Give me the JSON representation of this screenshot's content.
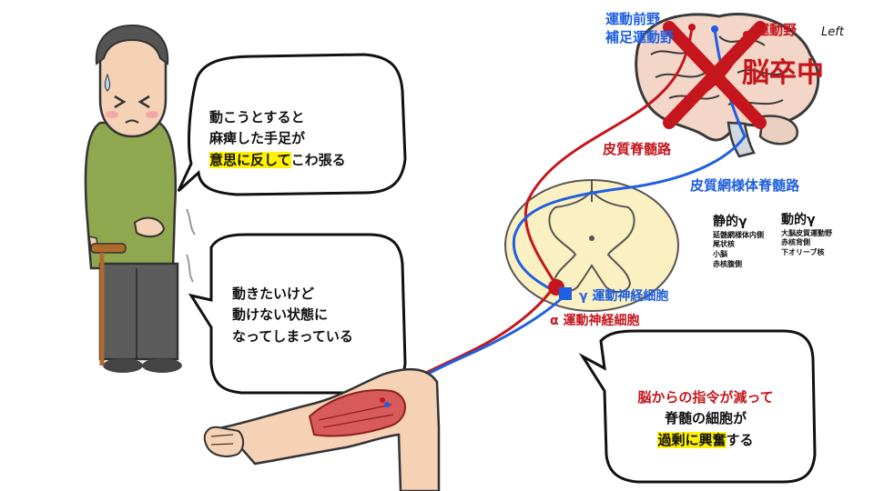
{
  "colors": {
    "motor_blue": "#1f5fe0",
    "motor_red": "#c4161c",
    "highlight": "#fff200",
    "brain_fill": "#f4d6c8",
    "cord_fill": "#fbf0c2"
  },
  "brain": {
    "label_premotor": "運動前野",
    "label_supplementary": "補足運動野",
    "label_motor": "運動野",
    "label_side": "Left",
    "stroke_label": "脳卒中",
    "cross_icon": "x-cross-icon"
  },
  "tracts": {
    "corticospinal": "皮質脊髄路",
    "corticoreticulospinal": "皮質網様体脊髄路"
  },
  "neurons": {
    "gamma": "γ 運動神経細胞",
    "alpha": "α 運動神経細胞"
  },
  "static_gamma": {
    "title": "静的γ",
    "items": [
      "延髄網様体内側",
      "尾状核",
      "小脳",
      "赤核腹側"
    ]
  },
  "dynamic_gamma": {
    "title": "動的γ",
    "items": [
      "大脳皮質運動野",
      "赤核背側",
      "下オリーブ核"
    ]
  },
  "bubble1": {
    "line1": "動こうとすると",
    "line2": "麻痺した手足が",
    "line3_highlight": "意思に反して",
    "line3_rest": "こわ張る"
  },
  "bubble2": {
    "line1": "動きたいけど",
    "line2": "動けない状態に",
    "line3": "なってしまっている"
  },
  "bubble3": {
    "line1": "脳からの指令が減って",
    "line2": "脊髄の細胞が",
    "line3_highlight": "過剰に興奮",
    "line3_rest": "する"
  }
}
